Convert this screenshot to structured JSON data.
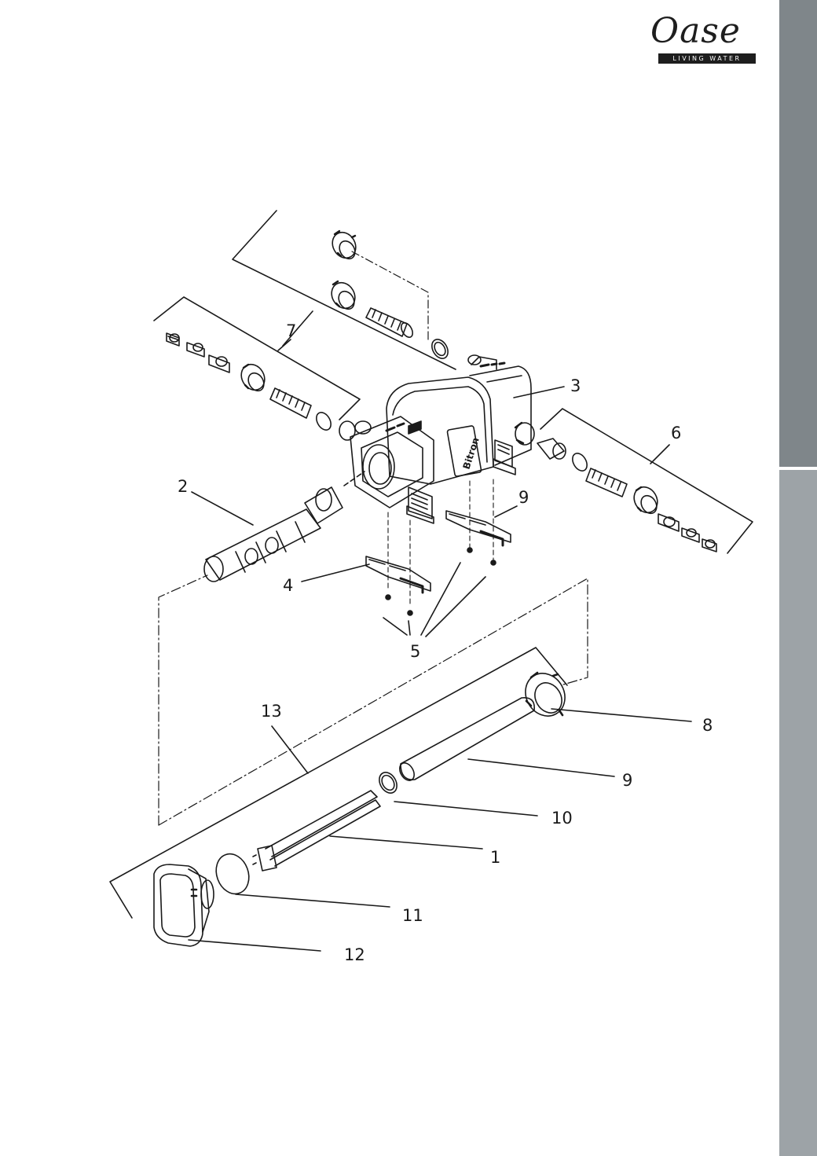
{
  "brand": {
    "wordmark": "Oase",
    "tagline": "LIVING WATER"
  },
  "device": {
    "label": "Bitron"
  },
  "callouts": {
    "c1": "1",
    "c2": "2",
    "c3": "3",
    "c4": "4",
    "c5": "5",
    "c6": "6",
    "c7": "7",
    "c8": "8",
    "c9a": "9",
    "c9b": "9",
    "c10": "10",
    "c11": "11",
    "c12": "12",
    "c13": "13"
  },
  "colors": {
    "ink": "#1a1a1a",
    "side_tab_dark": "#7f868a",
    "side_tab_light": "#9da3a7"
  }
}
